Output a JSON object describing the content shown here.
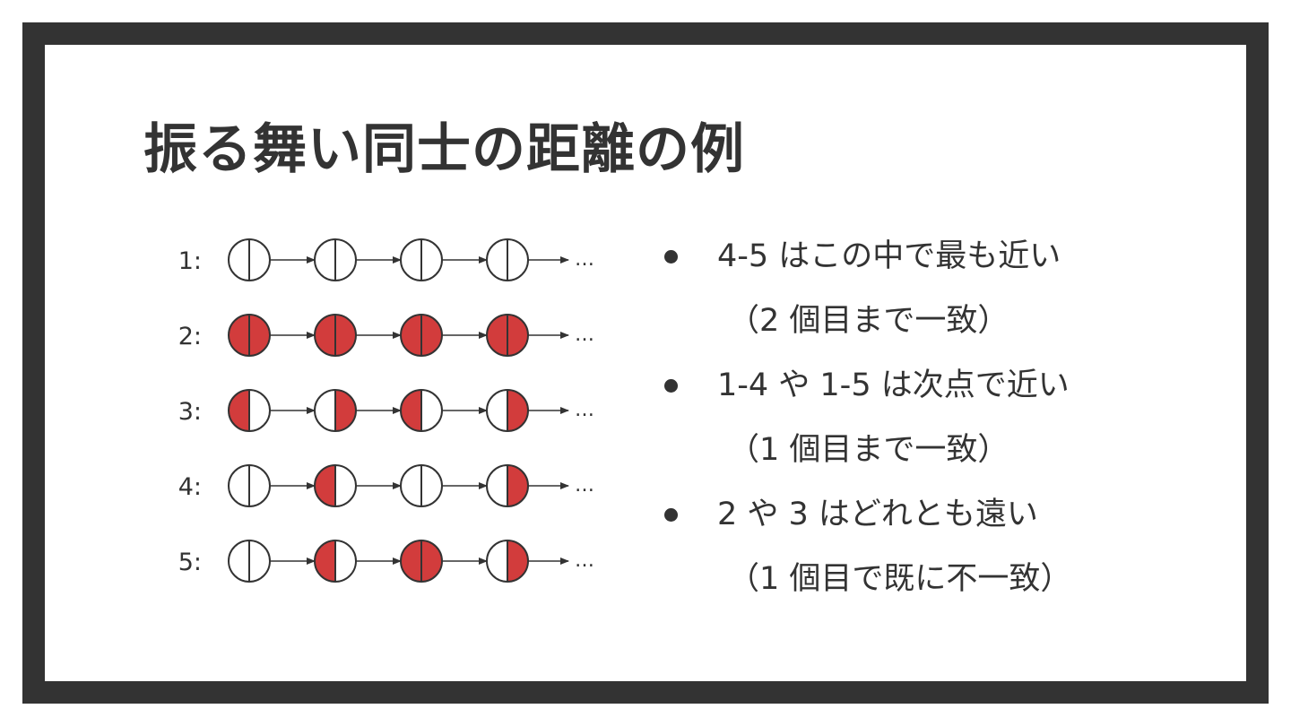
{
  "title": "振る舞い同士の距離の例",
  "colors": {
    "frame": "#333333",
    "fill": "#d23c3c",
    "stroke": "#333333",
    "text": "#333333"
  },
  "diagram": {
    "nodes_per_row": 4,
    "continuation": "…",
    "rows": [
      {
        "label": "1:",
        "nodes": [
          [
            "empty",
            "empty"
          ],
          [
            "empty",
            "empty"
          ],
          [
            "empty",
            "empty"
          ],
          [
            "empty",
            "empty"
          ]
        ]
      },
      {
        "label": "2:",
        "nodes": [
          [
            "fill",
            "fill"
          ],
          [
            "fill",
            "fill"
          ],
          [
            "fill",
            "fill"
          ],
          [
            "fill",
            "fill"
          ]
        ]
      },
      {
        "label": "3:",
        "nodes": [
          [
            "fill",
            "empty"
          ],
          [
            "empty",
            "fill"
          ],
          [
            "fill",
            "empty"
          ],
          [
            "empty",
            "fill"
          ]
        ]
      },
      {
        "label": "4:",
        "nodes": [
          [
            "empty",
            "empty"
          ],
          [
            "fill",
            "empty"
          ],
          [
            "empty",
            "empty"
          ],
          [
            "empty",
            "fill"
          ]
        ]
      },
      {
        "label": "5:",
        "nodes": [
          [
            "empty",
            "empty"
          ],
          [
            "fill",
            "empty"
          ],
          [
            "fill",
            "fill"
          ],
          [
            "empty",
            "fill"
          ]
        ]
      }
    ]
  },
  "bullets": [
    {
      "line1": "4-5 はこの中で最も近い",
      "line2": "（2 個目まで一致）"
    },
    {
      "line1": "1-4 や 1-5 は次点で近い",
      "line2": "（1 個目まで一致）"
    },
    {
      "line1": "2 や 3 はどれとも遠い",
      "line2": "（1 個目で既に不一致）"
    }
  ]
}
